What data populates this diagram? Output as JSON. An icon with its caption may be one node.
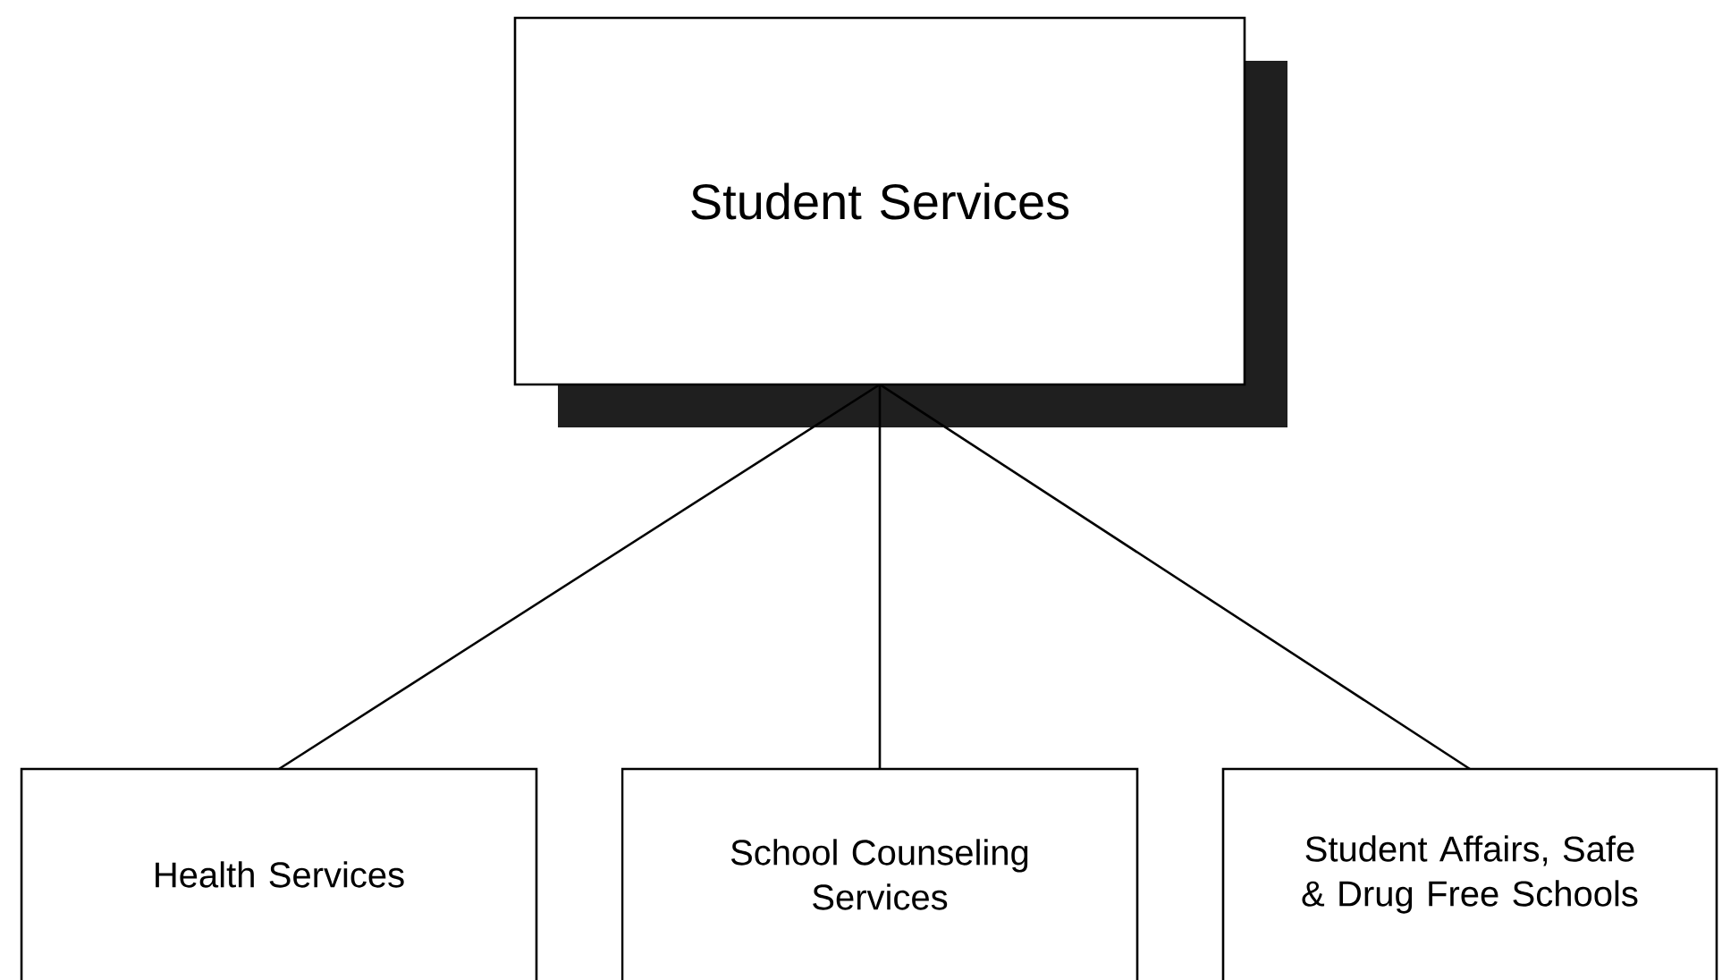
{
  "diagram": {
    "nodes": [
      {
        "text": [
          "Student Services"
        ]
      },
      {
        "text": [
          "Health Services"
        ]
      },
      {
        "text": [
          "School Counseling Services"
        ]
      },
      {
        "text": [
          "Student Affairs, Safe & Drug Free Schools"
        ]
      }
    ],
    "edges": [
      {
        "from": 0,
        "to": 1,
        "arrow": "none"
      },
      {
        "from": 0,
        "to": 2,
        "arrow": "none"
      },
      {
        "from": 0,
        "to": 3,
        "arrow": "none"
      }
    ]
  }
}
